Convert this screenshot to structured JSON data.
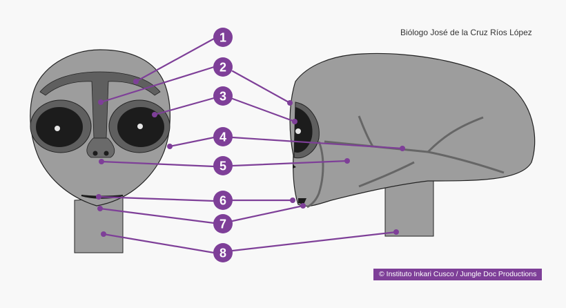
{
  "credits": {
    "author": "Biólogo José de la Cruz Ríos López",
    "copyright": "© Instituto Inkari Cusco / Jungle Doc Productions"
  },
  "labels": [
    "1",
    "2",
    "3",
    "4",
    "5",
    "6",
    "7",
    "8"
  ],
  "colors": {
    "accent": "#7e3f98",
    "skin": "#9d9d9d",
    "dark_feature": "#5f5f5f",
    "eye": "#1c1c1c",
    "outline": "#222222"
  }
}
